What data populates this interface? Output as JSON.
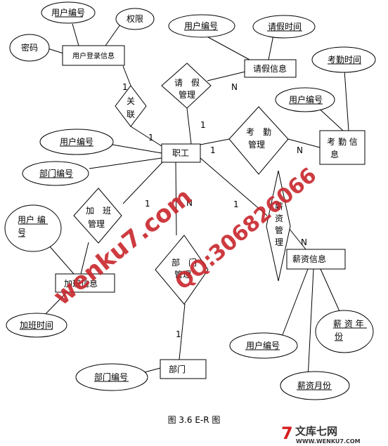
{
  "entities": {
    "login": "用户登录信息",
    "leave": "请假信息",
    "attendance_1": "考 勤 信",
    "attendance_2": "息",
    "employee": "职工",
    "overtime": "加班信息",
    "salary": "薪资信息",
    "department": "部门"
  },
  "relationships": {
    "rel_link_1": "关",
    "rel_link_2": "联",
    "leave_mgmt_1": "请　假",
    "leave_mgmt_2": "管理",
    "attend_mgmt_1": "考　勤",
    "attend_mgmt_2": "管理",
    "overtime_mgmt_1": "加　班",
    "overtime_mgmt_2": "管理",
    "dept_mgmt_1": "部　门",
    "dept_mgmt_2": "管理",
    "salary_mgmt_1": "薪",
    "salary_mgmt_2": "资",
    "salary_mgmt_3": "管",
    "salary_mgmt_4": "理"
  },
  "attributes": {
    "login_user_id": "用户编号",
    "login_permission": "权限",
    "login_password": "密码",
    "leave_user_id": "用户编号",
    "leave_time": "请假时间",
    "attend_time": "考勤时间",
    "attend_user_id": "用户编号",
    "emp_user_id": "用户编号",
    "emp_dept_id": "部门编号",
    "ot_user_id_1": "用户 编",
    "ot_user_id_2": "号",
    "ot_time": "加班时间",
    "sal_user_id": "用户编号",
    "sal_year_1": "薪 资 年",
    "sal_year_2": "份",
    "sal_month": "薪资月份",
    "dept_id": "部门编号"
  },
  "cardinalities": {
    "c1": "1",
    "c2": "1",
    "c3": "N",
    "c4": "1",
    "c5": "1",
    "c6": "N",
    "c7": "1",
    "c8": "N",
    "c9": "1",
    "c10": "N",
    "c11": "1"
  },
  "caption": "图 3.6 E-R 图",
  "watermark": {
    "site": "wenku7.com",
    "qq": "QQ:306826066"
  },
  "brand": {
    "logo": "7",
    "name": "文库七网",
    "url": "WWW.WENKU7.COM"
  },
  "colors": {
    "line": "#000000",
    "watermark": "#c8262c",
    "brand_logo": "#d62020"
  }
}
